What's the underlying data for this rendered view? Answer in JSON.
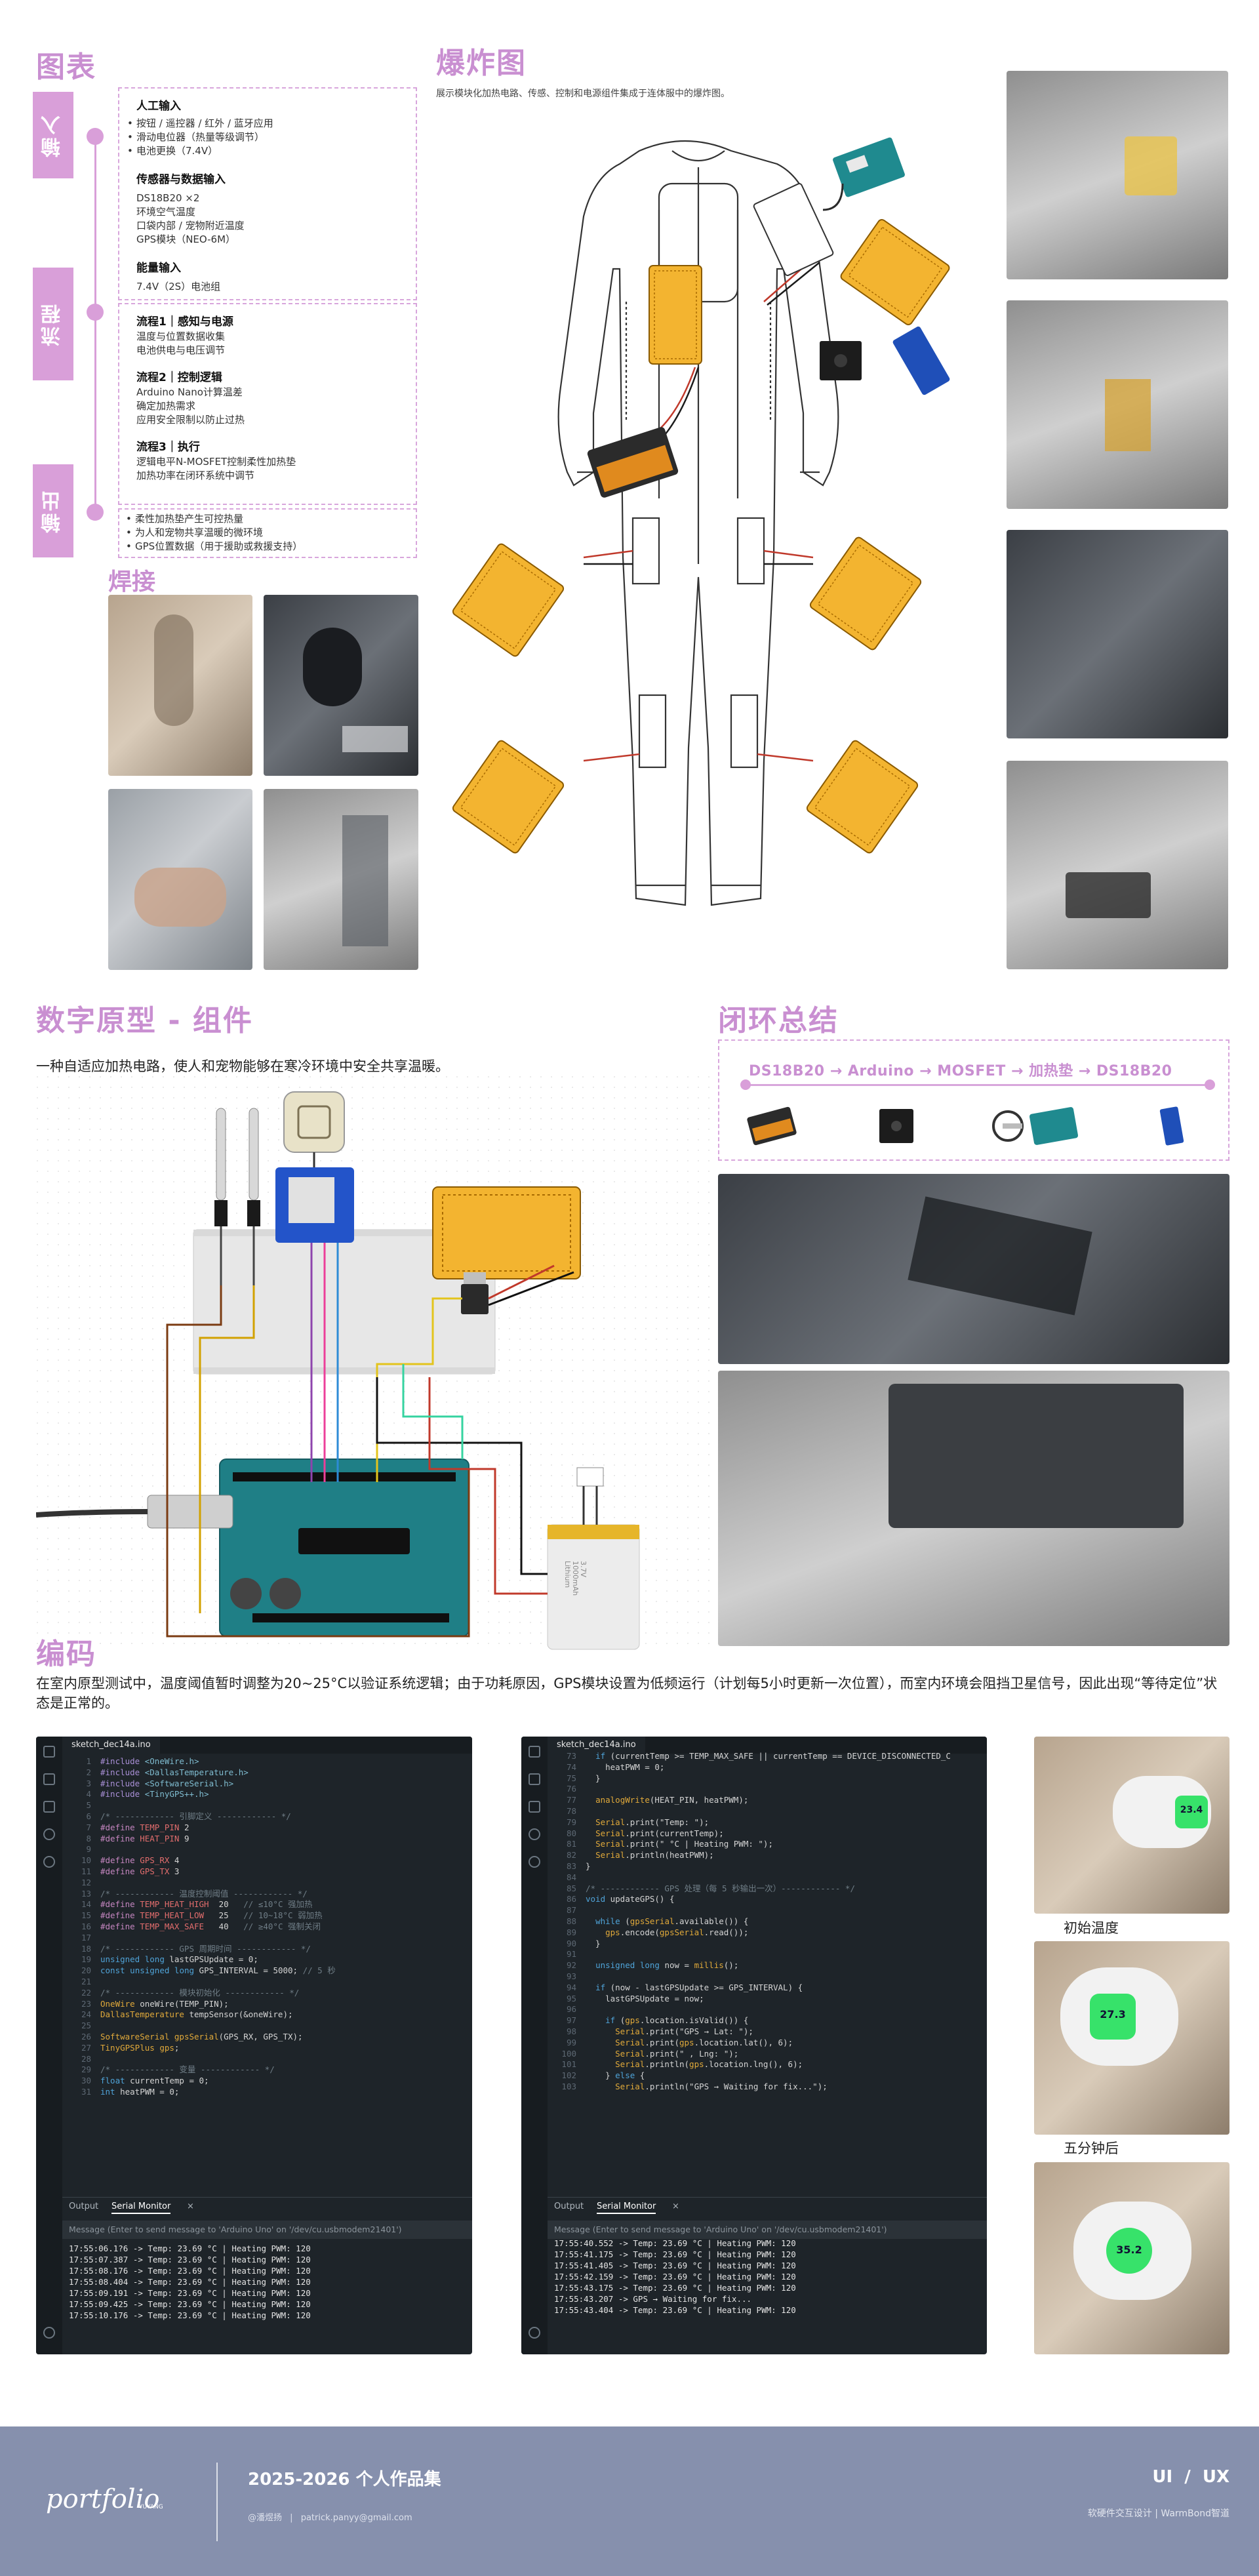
{
  "charts_section": {
    "title": "图表",
    "tabs": {
      "input": "输入",
      "process": "流程",
      "output": "输出"
    },
    "input": {
      "manual_title": "人工输入",
      "manual_items": [
        "按钮 / 遥控器 / 红外 / 蓝牙应用",
        "滑动电位器（热量等级调节）",
        "电池更换（7.4V）"
      ],
      "sensor_title": "传感器与数据输入",
      "sensor_lines": [
        "DS18B20 ×2",
        "环境空气温度",
        "口袋内部 / 宠物附近温度",
        "GPS模块（NEO-6M）"
      ],
      "energy_title": "能量输入",
      "energy_lines": [
        "7.4V（2S）电池组"
      ]
    },
    "process": {
      "p1_title": "流程1｜感知与电源",
      "p1_lines": [
        "温度与位置数据收集",
        "电池供电与电压调节"
      ],
      "p2_title": "流程2｜控制逻辑",
      "p2_lines": [
        "Arduino Nano计算温差",
        "确定加热需求",
        "应用安全限制以防止过热"
      ],
      "p3_title": "流程3｜执行",
      "p3_lines": [
        "逻辑电平N-MOSFET控制柔性加热垫",
        "加热功率在闭环系统中调节"
      ]
    },
    "output_items": [
      "柔性加热垫产生可控热量",
      "为人和宠物共享温暖的微环境",
      "GPS位置数据（用于援助或救援支持）"
    ]
  },
  "welding": {
    "title": "焊接"
  },
  "exploded": {
    "title": "爆炸图",
    "caption": "展示模块化加热电路、传感、控制和电源组件集成于连体服中的爆炸图。"
  },
  "digital_proto": {
    "title": "数字原型 - 组件",
    "subtitle": "一种自适应加热电路，使人和宠物能够在寒冷环境中安全共享温暖。",
    "battery_label": "3.7V\n1000mAh\nLithium"
  },
  "closed_loop": {
    "title": "闭环总结",
    "flow": [
      "DS18B20",
      "Arduino",
      "MOSFET",
      "加热垫",
      "DS18B20"
    ],
    "arrow": "→"
  },
  "coding": {
    "title": "编码",
    "desc": "在室内原型测试中，温度阈值暂时调整为20~25°C以验证系统逻辑；由于功耗原因，GPS模块设置为低频运行（计划每5小时更新一次位置），而室内环境会阻挡卫星信号，因此出现“等待定位”状态是正常的。",
    "ide1": {
      "tab": "sketch_dec14a.ino",
      "lines": [
        {
          "n": "1",
          "t": "#include <OneWire.h>"
        },
        {
          "n": "2",
          "t": "#include <DallasTemperature.h>"
        },
        {
          "n": "3",
          "t": "#include <SoftwareSerial.h>"
        },
        {
          "n": "4",
          "t": "#include <TinyGPS++.h>"
        },
        {
          "n": "5",
          "t": ""
        },
        {
          "n": "6",
          "t": "/* ------------ 引脚定义 ------------ */"
        },
        {
          "n": "7",
          "t": "#define TEMP_PIN 2"
        },
        {
          "n": "8",
          "t": "#define HEAT_PIN 9"
        },
        {
          "n": "9",
          "t": ""
        },
        {
          "n": "10",
          "t": "#define GPS_RX 4"
        },
        {
          "n": "11",
          "t": "#define GPS_TX 3"
        },
        {
          "n": "12",
          "t": ""
        },
        {
          "n": "13",
          "t": "/* ------------ 温度控制阈值 ------------ */"
        },
        {
          "n": "14",
          "t": "#define TEMP_HEAT_HIGH  20   // ≤10°C 强加热"
        },
        {
          "n": "15",
          "t": "#define TEMP_HEAT_LOW   25   // 10~18°C 弱加热"
        },
        {
          "n": "16",
          "t": "#define TEMP_MAX_SAFE   40   // ≥40°C 强制关闭"
        },
        {
          "n": "17",
          "t": ""
        },
        {
          "n": "18",
          "t": "/* ------------ GPS 周期时间 ------------ */"
        },
        {
          "n": "19",
          "t": "unsigned long lastGPSUpdate = 0;"
        },
        {
          "n": "20",
          "t": "const unsigned long GPS_INTERVAL = 5000; // 5 秒"
        },
        {
          "n": "21",
          "t": ""
        },
        {
          "n": "22",
          "t": "/* ------------ 模块初始化 ------------ */"
        },
        {
          "n": "23",
          "t": "OneWire oneWire(TEMP_PIN);"
        },
        {
          "n": "24",
          "t": "DallasTemperature tempSensor(&oneWire);"
        },
        {
          "n": "25",
          "t": ""
        },
        {
          "n": "26",
          "t": "SoftwareSerial gpsSerial(GPS_RX, GPS_TX);"
        },
        {
          "n": "27",
          "t": "TinyGPSPlus gps;"
        },
        {
          "n": "28",
          "t": ""
        },
        {
          "n": "29",
          "t": "/* ------------ 变量 ------------ */"
        },
        {
          "n": "30",
          "t": "float currentTemp = 0;"
        },
        {
          "n": "31",
          "t": "int heatPWM = 0;"
        }
      ],
      "monitor": [
        "17:55:06.1?6 -> Temp: 23.69 °C | Heating PWM: 120",
        "17:55:07.387 -> Temp: 23.69 °C | Heating PWM: 120",
        "17:55:08.176 -> Temp: 23.69 °C | Heating PWM: 120",
        "17:55:08.404 -> Temp: 23.69 °C | Heating PWM: 120",
        "17:55:09.191 -> Temp: 23.69 °C | Heating PWM: 120",
        "17:55:09.425 -> Temp: 23.69 °C | Heating PWM: 120",
        "17:55:10.176 -> Temp: 23.69 °C | Heating PWM: 120"
      ]
    },
    "ide2": {
      "tab": "sketch_dec14a.ino",
      "lines": [
        {
          "n": "73",
          "t": "  if (currentTemp >= TEMP_MAX_SAFE || currentTemp == DEVICE_DISCONNECTED_C"
        },
        {
          "n": "74",
          "t": "    heatPWM = 0;"
        },
        {
          "n": "75",
          "t": "  }"
        },
        {
          "n": "76",
          "t": ""
        },
        {
          "n": "77",
          "t": "  analogWrite(HEAT_PIN, heatPWM);"
        },
        {
          "n": "78",
          "t": ""
        },
        {
          "n": "79",
          "t": "  Serial.print(\"Temp: \");"
        },
        {
          "n": "80",
          "t": "  Serial.print(currentTemp);"
        },
        {
          "n": "81",
          "t": "  Serial.print(\" °C | Heating PWM: \");"
        },
        {
          "n": "82",
          "t": "  Serial.println(heatPWM);"
        },
        {
          "n": "83",
          "t": "}"
        },
        {
          "n": "84",
          "t": ""
        },
        {
          "n": "85",
          "t": "/* ------------ GPS 处理（每 5 秒输出一次）------------ */"
        },
        {
          "n": "86",
          "t": "void updateGPS() {"
        },
        {
          "n": "87",
          "t": ""
        },
        {
          "n": "88",
          "t": "  while (gpsSerial.available()) {"
        },
        {
          "n": "89",
          "t": "    gps.encode(gpsSerial.read());"
        },
        {
          "n": "90",
          "t": "  }"
        },
        {
          "n": "91",
          "t": ""
        },
        {
          "n": "92",
          "t": "  unsigned long now = millis();"
        },
        {
          "n": "93",
          "t": ""
        },
        {
          "n": "94",
          "t": "  if (now - lastGPSUpdate >= GPS_INTERVAL) {"
        },
        {
          "n": "95",
          "t": "    lastGPSUpdate = now;"
        },
        {
          "n": "96",
          "t": ""
        },
        {
          "n": "97",
          "t": "    if (gps.location.isValid()) {"
        },
        {
          "n": "98",
          "t": "      Serial.print(\"GPS → Lat: \");"
        },
        {
          "n": "99",
          "t": "      Serial.print(gps.location.lat(), 6);"
        },
        {
          "n": "100",
          "t": "      Serial.print(\" , Lng: \");"
        },
        {
          "n": "101",
          "t": "      Serial.println(gps.location.lng(), 6);"
        },
        {
          "n": "102",
          "t": "    } else {"
        },
        {
          "n": "103",
          "t": "      Serial.println(\"GPS → Waiting for fix...\");"
        }
      ],
      "monitor": [
        "17:55:40.552 -> Temp: 23.69 °C | Heating PWM: 120",
        "17:55:41.175 -> Temp: 23.69 °C | Heating PWM: 120",
        "17:55:41.405 -> Temp: 23.69 °C | Heating PWM: 120",
        "17:55:42.159 -> Temp: 23.69 °C | Heating PWM: 120",
        "17:55:43.175 -> Temp: 23.69 °C | Heating PWM: 120",
        "17:55:43.207 -> GPS → Waiting for fix...",
        "17:55:43.404 -> Temp: 23.69 °C | Heating PWM: 120"
      ]
    },
    "output_tab": "Output",
    "serial_tab": "Serial Monitor",
    "close_x": "×",
    "message_placeholder": "Message (Enter to send message to 'Arduino Uno' on '/dev/cu.usbmodem21401')",
    "thermo_caption_1": "初始温度",
    "thermo_caption_2": "五分钟后",
    "thermo_readings": [
      "23.4",
      "27.3",
      "35.2"
    ]
  },
  "footer": {
    "logo": "portfolio",
    "logo_sub": "YUYANG",
    "years_title": "2025-2026 个人作品集",
    "name": "@潘煜扬",
    "separator": "|",
    "email": "patrick.panyy@gmail.com",
    "role": "UI  /  UX",
    "tagline": "软硬件交互设计 | WarmBond智道"
  },
  "colors": {
    "accent_pink": "#c98fd1",
    "pad_orange": "#f3b430",
    "footer_bg": "#8690ad",
    "ide_bg": "#1e2429"
  }
}
